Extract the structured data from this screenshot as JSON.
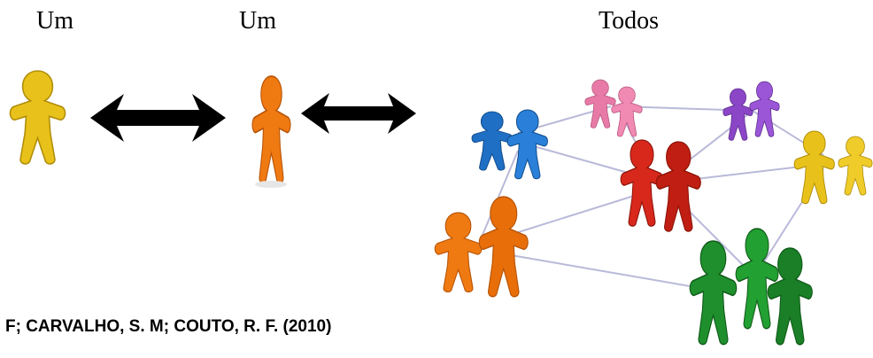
{
  "labels": {
    "first": "Um",
    "second": "Um",
    "third": "Todos"
  },
  "citation": "F; CARVALHO, S. M; COUTO, R. F. (2010)",
  "colors": {
    "yellow": "#e8c21a",
    "orange": "#f07a12",
    "blue": "#1f6fc4",
    "pink": "#e77aa6",
    "purple": "#8a46c6",
    "red": "#d8281c",
    "green": "#1e8f2c",
    "arrow": "#000000",
    "link": "#b9b9d9"
  },
  "icons": {
    "person": "wooden-person-figure-icon",
    "arrow": "double-headed-arrow-icon"
  }
}
